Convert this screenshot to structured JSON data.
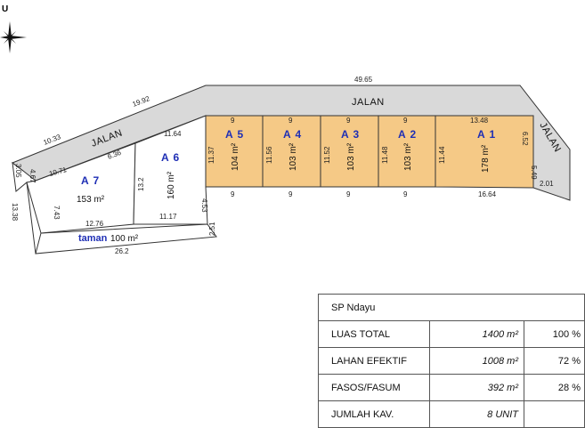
{
  "compass": {
    "north_label": "U"
  },
  "roads": {
    "label_top": "JALAN",
    "label_left": "JALAN",
    "label_right": "JALAN"
  },
  "colors": {
    "lot_fill": "#f5c986",
    "road_fill": "#d9d9d9",
    "lot_label": "#1f2fb5",
    "line": "#333333"
  },
  "lots": [
    {
      "id": "A 5",
      "area": "104 m²",
      "top": "9",
      "bottom": "9",
      "left": "11.37"
    },
    {
      "id": "A 4",
      "area": "103 m²",
      "top": "9",
      "bottom": "9",
      "left": "11.56"
    },
    {
      "id": "A 3",
      "area": "103 m²",
      "top": "9",
      "bottom": "9",
      "left": "11.52"
    },
    {
      "id": "A 2",
      "area": "103 m²",
      "top": "9",
      "bottom": "9",
      "left": "11.48"
    },
    {
      "id": "A 1",
      "area": "178 m²",
      "top": "13.48",
      "bottom": "16.64",
      "left": "11.44",
      "right_top": "6.52",
      "right_bottom": "5.49"
    },
    {
      "id": "A 6",
      "area": "160 m²",
      "top": "11.64",
      "bottom": "11.17",
      "left": "13.2",
      "right": "4.53"
    },
    {
      "id": "A 7",
      "area": "153 m²",
      "top": "10.71",
      "bottom": "12.76",
      "left": "7.43",
      "road_edge": "6.36"
    }
  ],
  "park": {
    "label": "taman",
    "area": "100 m²",
    "bottom": "26.2",
    "right": "2.51"
  },
  "road_dims": {
    "top_long": "49.65",
    "top_mid": "19.92",
    "top_left": "10.33",
    "right_end": "2.01"
  },
  "outer_dims": {
    "left_top": "3.05",
    "left_inner": "4.67",
    "left_side": "13.38"
  },
  "summary": {
    "title": "SP Ndayu",
    "rows": [
      {
        "label": "LUAS TOTAL",
        "value": "1400 m²",
        "pct": "100 %"
      },
      {
        "label": "LAHAN EFEKTIF",
        "value": "1008 m²",
        "pct": "72 %"
      },
      {
        "label": "FASOS/FASUM",
        "value": "392 m²",
        "pct": "28 %"
      },
      {
        "label": "JUMLAH KAV.",
        "value": "8 UNIT",
        "pct": ""
      }
    ]
  }
}
